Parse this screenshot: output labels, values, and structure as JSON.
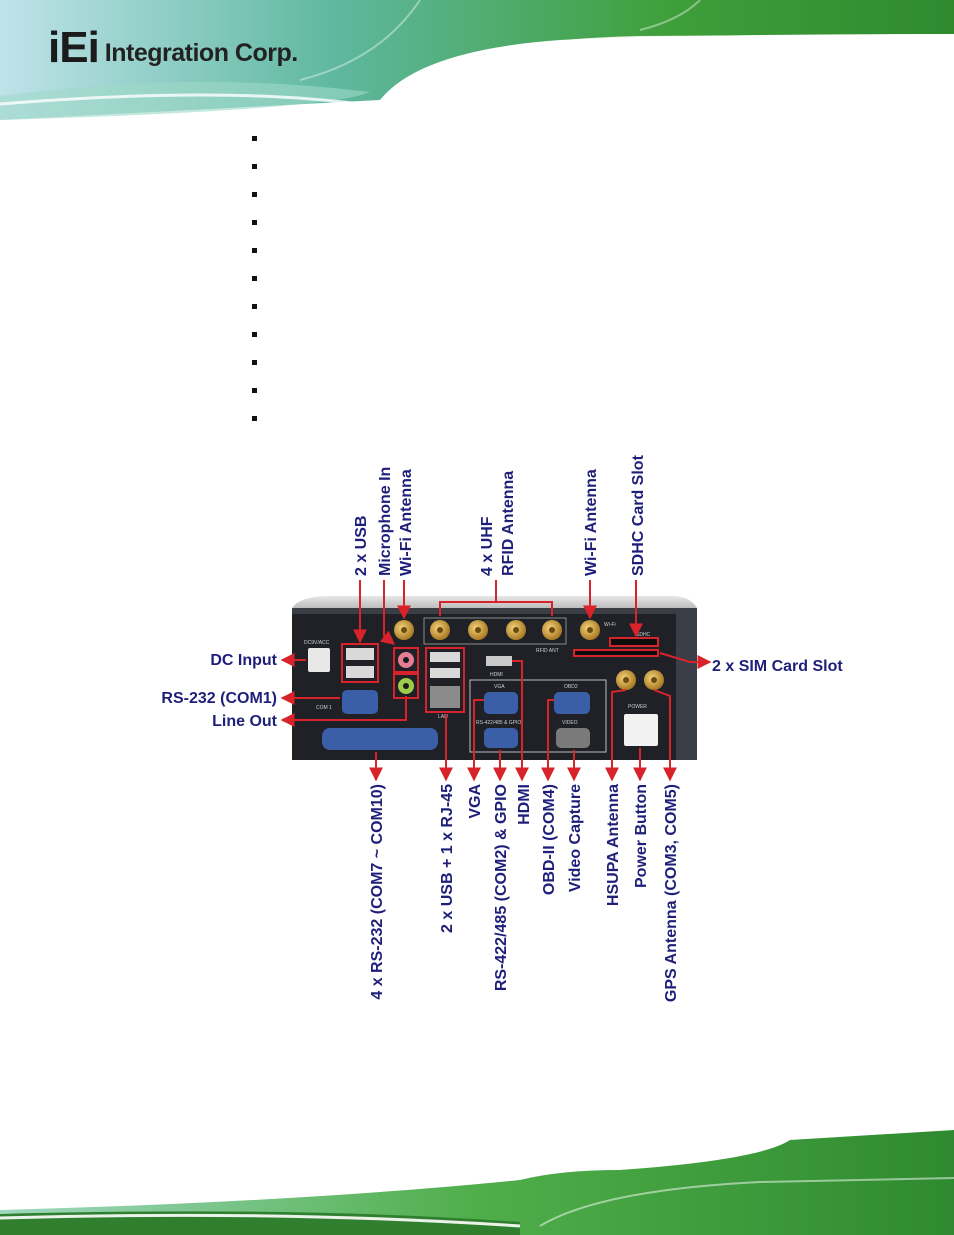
{
  "brand": {
    "logo_mark": "iEi",
    "logo_text": "Integration Corp."
  },
  "bullet_count": 11,
  "labels": {
    "top": {
      "usb_2x": "2 x USB",
      "microphone_in": "Microphone In",
      "wifi_antenna_left": "Wi-Fi Antenna",
      "uhf_line1": "4 x UHF",
      "uhf_line2": "RFID Antenna",
      "wifi_antenna_right": "Wi-Fi Antenna",
      "sdhc_card_slot": "SDHC Card Slot"
    },
    "left": {
      "dc_input": "DC Input",
      "rs232_com1": "RS-232 (COM1)",
      "line_out": "Line Out"
    },
    "right": {
      "sim_card_slot": "2 x SIM Card Slot"
    },
    "bottom": {
      "rs232_com7_10": "4 x RS-232 (COM7 ~ COM10)",
      "usb_rj45": "2 x USB + 1 x RJ-45",
      "vga": "VGA",
      "rs422_485": "RS-422/485 (COM2) & GPIO",
      "hdmi": "HDMI",
      "obd2": "OBD-II (COM4)",
      "video_capture": "Video Capture",
      "hsupa_antenna": "HSUPA Antenna",
      "power_button": "Power Button",
      "gps_antenna": "GPS Antenna (COM3, COM5)"
    }
  },
  "device_panel": {
    "dc_label": "DC9V/ACC",
    "com1_label": "COM 1",
    "lan_label": "LAN",
    "vga_label": "VGA",
    "hdmi_label": "HDMI",
    "obd2_label": "OBD2",
    "rs_label": "RS-422/485 & GPIO",
    "video_label": "VIDEO",
    "power_label": "POWER",
    "rfid_label": "RFID ANT",
    "wifi_label": "Wi-Fi",
    "sdhc_label": "SDHC"
  },
  "colors": {
    "header_green": "#3fa03a",
    "label_blue": "#1f1f7a",
    "callout_red": "#d8232a",
    "panel_dark": "#1f2126"
  }
}
